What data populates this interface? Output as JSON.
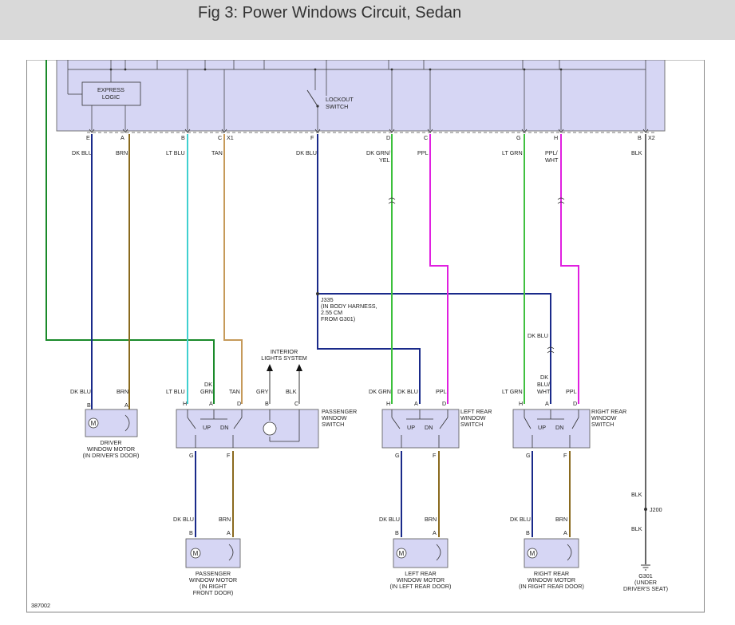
{
  "header": {
    "title": "Fig 3: Power Windows Circuit, Sedan"
  },
  "colors": {
    "DK BLU": "#1a2a8a",
    "BRN": "#8a6a1e",
    "LT BLU": "#40d0d0",
    "TAN": "#c69a5a",
    "DK GRN": "#1a8a2a",
    "LT GRN": "#40c040",
    "PPL": "#e020e0",
    "BLK": "#666666",
    "module_fill": "#d6d6f4",
    "header_bg": "#d9d9d9"
  },
  "module": {
    "express_logic": [
      "EXPRESS",
      "LOGIC"
    ],
    "lockout_switch": [
      "LOCKOUT",
      "SWITCH"
    ]
  },
  "connectors": {
    "x1": "X1",
    "x2": "X2",
    "pins": [
      "E",
      "A",
      "B",
      "C",
      "F",
      "D",
      "C",
      "G",
      "H",
      "B"
    ]
  },
  "top_wires": [
    "DK BLU",
    "BRN",
    "LT BLU",
    "TAN",
    "DK BLU",
    "DK GRN/",
    "YEL",
    "PPL",
    "LT GRN",
    "PPL/",
    "WHT",
    "BLK"
  ],
  "splice": {
    "name": "J335",
    "lines": [
      "(IN BODY HARNESS,",
      "2.55 CM",
      "FROM G301)"
    ]
  },
  "interior_lights": [
    "INTERIOR",
    "LIGHTS SYSTEM"
  ],
  "mid_labels": {
    "dk_blu_right": "DK BLU",
    "driver_wires": [
      "DK BLU",
      "BRN"
    ],
    "pass_switch_wires": [
      "LT BLU",
      "DK",
      "GRN",
      "TAN",
      "GRY",
      "BLK"
    ],
    "left_switch_wires": [
      "DK GRN",
      "DK BLU",
      "PPL"
    ],
    "right_switch_wires": [
      "LT GRN",
      "DK",
      "BLU/",
      "WHT",
      "PPL"
    ]
  },
  "pins_mid": {
    "driver": [
      "B",
      "A"
    ],
    "pass_top": [
      "H",
      "A",
      "D",
      "B",
      "C"
    ],
    "left_top": [
      "H",
      "A",
      "D"
    ],
    "right_top": [
      "H",
      "A",
      "D"
    ],
    "bottom_gf": [
      "G",
      "F"
    ],
    "motor_ba": [
      "B",
      "A"
    ]
  },
  "switch_labels": {
    "up": "UP",
    "dn": "DN"
  },
  "components": {
    "driver_motor": [
      "DRIVER",
      "WINDOW MOTOR",
      "(IN DRIVER'S DOOR)"
    ],
    "pass_switch": [
      "PASSENGER",
      "WINDOW",
      "SWITCH"
    ],
    "left_switch": [
      "LEFT REAR",
      "WINDOW",
      "SWITCH"
    ],
    "right_switch": [
      "RIGHT REAR",
      "WINDOW",
      "SWITCH"
    ],
    "pass_motor": [
      "PASSENGER",
      "WINDOW MOTOR",
      "(IN RIGHT",
      "FRONT DOOR)"
    ],
    "left_motor": [
      "LEFT REAR",
      "WINDOW MOTOR",
      "(IN LEFT REAR DOOR)"
    ],
    "right_motor": [
      "RIGHT REAR",
      "WINDOW MOTOR",
      "(IN RIGHT REAR DOOR)"
    ],
    "motor_symbol": "M"
  },
  "bottom_wires": {
    "pass": [
      "DK BLU",
      "BRN"
    ],
    "left": [
      "DK BLU",
      "BRN"
    ],
    "right": [
      "DK BLU",
      "BRN"
    ]
  },
  "ground": {
    "blk_top": "BLK",
    "splice": "J200",
    "blk_bottom": "BLK",
    "name": "G301",
    "lines": [
      "(UNDER",
      "DRIVER'S SEAT)"
    ]
  },
  "figure_id": "387002"
}
